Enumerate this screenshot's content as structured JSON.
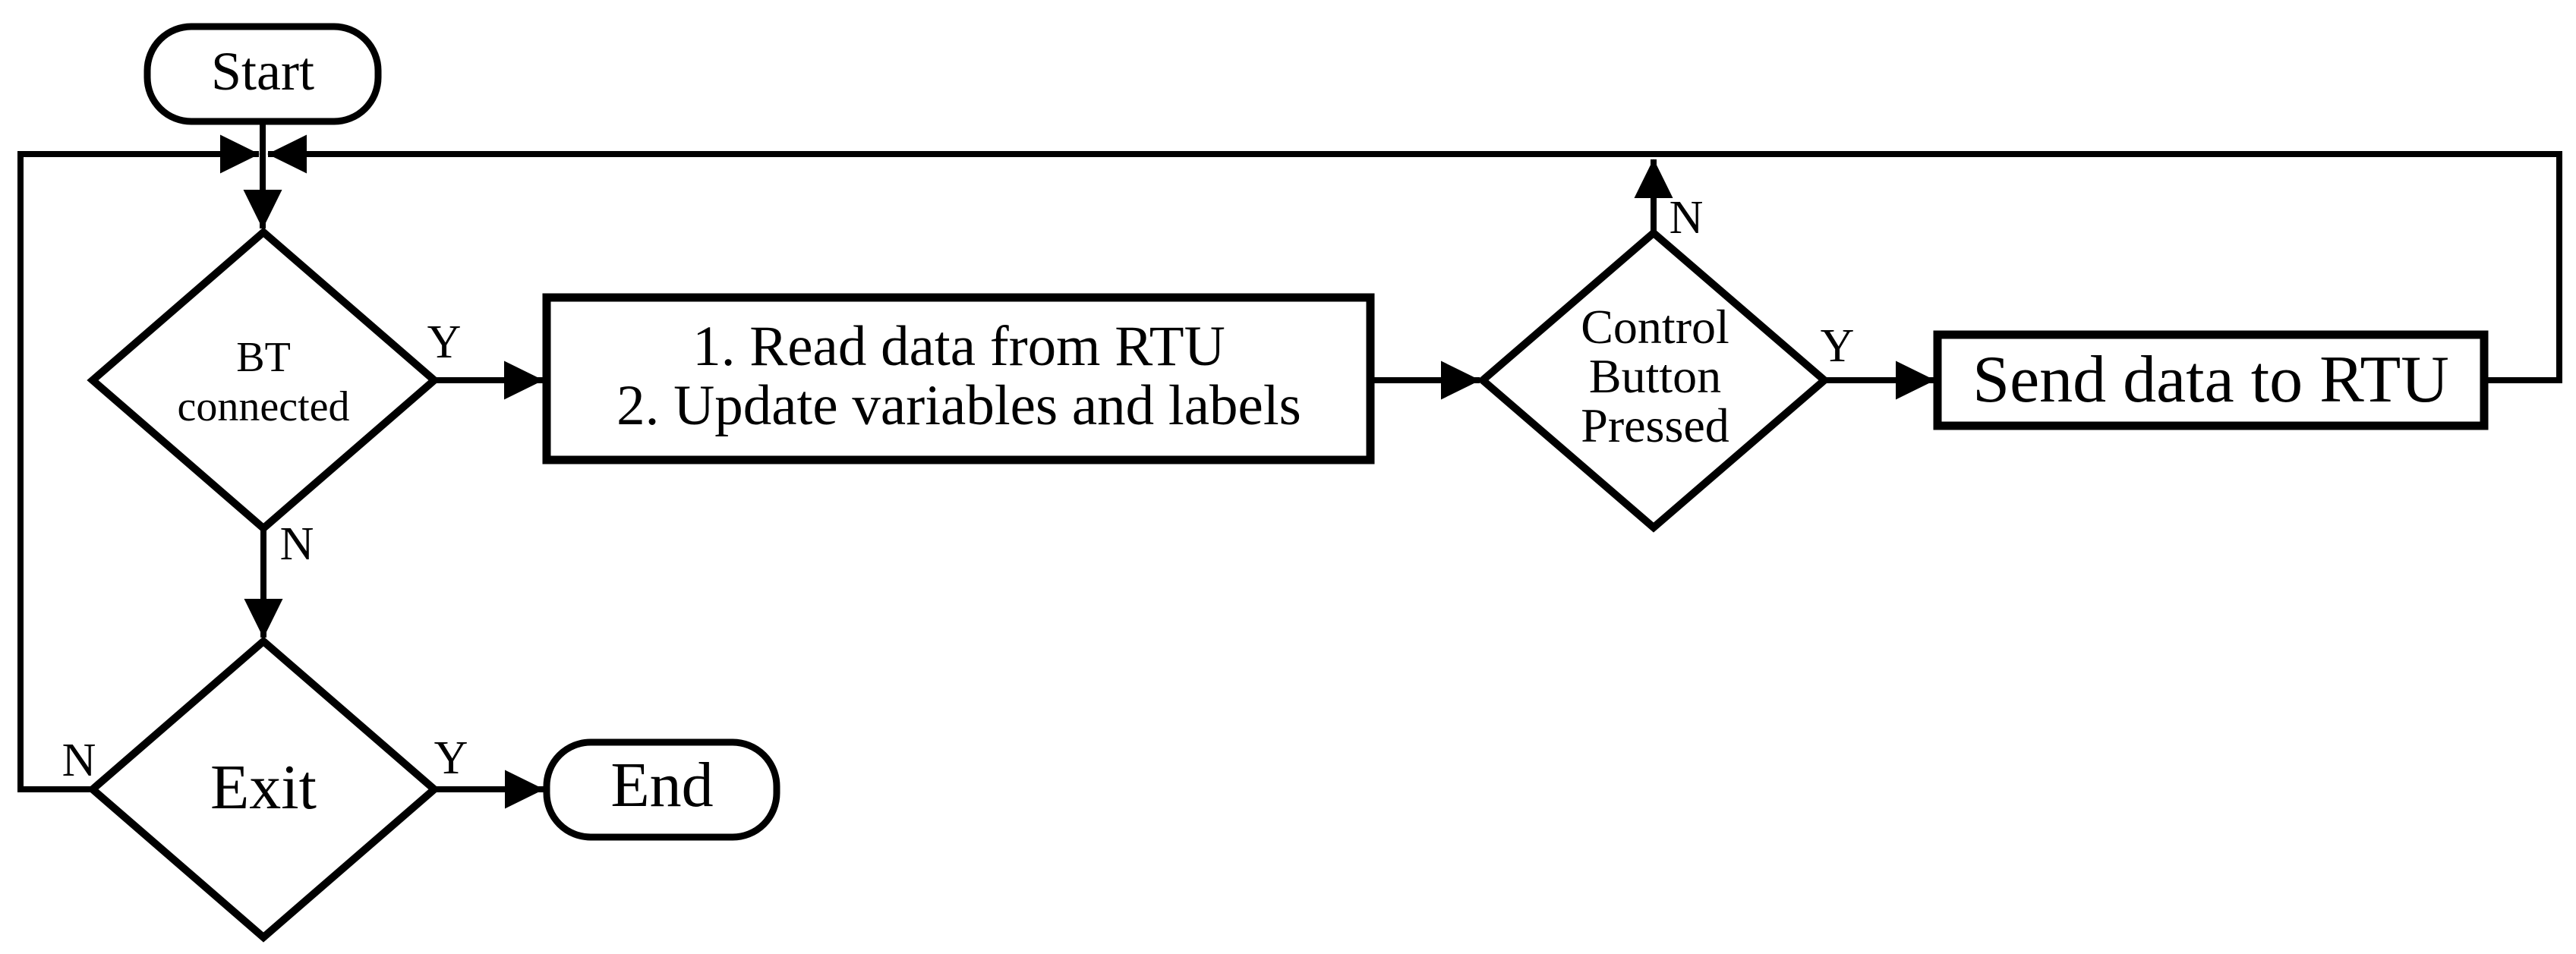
{
  "diagram": {
    "type": "flowchart",
    "background_color": "#ffffff",
    "stroke_color": "#000000",
    "fill_color": "#ffffff",
    "nodes": {
      "start": {
        "shape": "terminator",
        "label": "Start"
      },
      "bt": {
        "shape": "decision",
        "line1": "BT",
        "line2": "connected"
      },
      "process": {
        "shape": "process",
        "line1": "1. Read data from RTU",
        "line2": "2. Update variables and labels"
      },
      "control": {
        "shape": "decision",
        "line1": "Control",
        "line2": "Button",
        "line3": "Pressed"
      },
      "send": {
        "shape": "process",
        "label": "Send data to RTU"
      },
      "exit": {
        "shape": "decision",
        "label": "Exit"
      },
      "end": {
        "shape": "terminator",
        "label": "End"
      }
    },
    "edge_labels": {
      "bt_yes": "Y",
      "bt_no": "N",
      "control_yes": "Y",
      "control_no": "N",
      "exit_yes": "Y",
      "exit_no": "N"
    }
  }
}
